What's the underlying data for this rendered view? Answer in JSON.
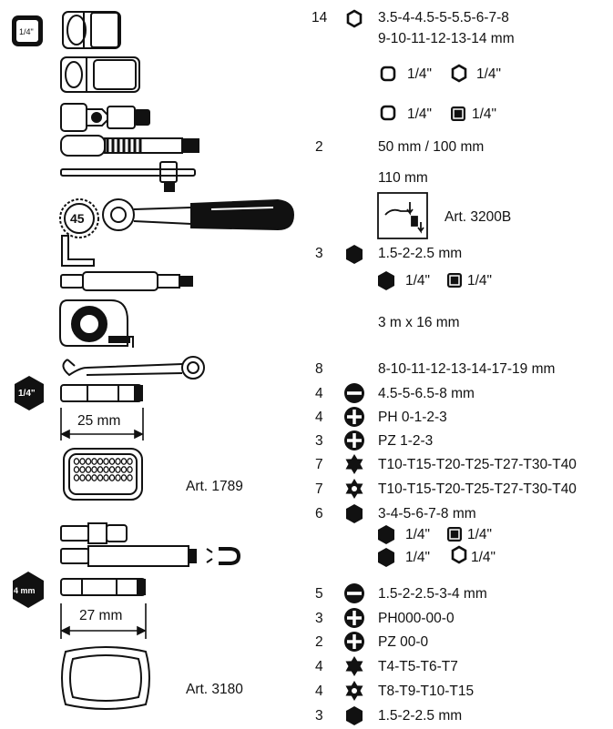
{
  "badges": {
    "drive_14": "1/4\"",
    "bits_14": "1/4\"",
    "bits_4mm": "4 mm"
  },
  "tools": {
    "ratchet_teeth": "45"
  },
  "dimensions": {
    "bit_length_25": "25 mm",
    "bit_length_27": "27 mm"
  },
  "articles": {
    "art_3200b": "Art. 3200B",
    "art_1789": "Art. 1789",
    "art_3180": "Art. 3180"
  },
  "rows": {
    "sockets": {
      "qty": "14",
      "line1": "3.5-4-4.5-5-5.5-6-7-8",
      "line2": "9-10-11-12-13-14 mm"
    },
    "adapters_a": {
      "a": "1/4\"",
      "b": "1/4\""
    },
    "adapters_b": {
      "a": "1/4\"",
      "b": "1/4\""
    },
    "extensions": {
      "qty": "2",
      "text": "50 mm / 100 mm"
    },
    "tbar": {
      "text": "110 mm"
    },
    "hex_keys": {
      "qty": "3",
      "text": "1.5-2-2.5 mm"
    },
    "bit_adapter": {
      "a": "1/4\"",
      "b": "1/4\""
    },
    "tape": {
      "text": "3 m x 16 mm"
    },
    "wrenches": {
      "qty": "8",
      "text": "8-10-11-12-13-14-17-19 mm"
    },
    "slotted": {
      "qty": "4",
      "text": "4.5-5-6.5-8 mm"
    },
    "phillips": {
      "qty": "4",
      "text": "PH 0-1-2-3"
    },
    "pozi": {
      "qty": "3",
      "text": "PZ 1-2-3"
    },
    "torx": {
      "qty": "7",
      "text": "T10-T15-T20-T25-T27-T30-T40"
    },
    "torx_tr": {
      "qty": "7",
      "text": "T10-T15-T20-T25-T27-T30-T40"
    },
    "hex_bits": {
      "qty": "6",
      "text": "3-4-5-6-7-8 mm"
    },
    "holder_a": {
      "a": "1/4\"",
      "b": "1/4\""
    },
    "holder_b": {
      "a": "1/4\"",
      "b": "1/4\""
    },
    "mini_slotted": {
      "qty": "5",
      "text": "1.5-2-2.5-3-4 mm"
    },
    "mini_ph": {
      "qty": "3",
      "text": "PH000-00-0"
    },
    "mini_pz": {
      "qty": "2",
      "text": "PZ 00-0"
    },
    "mini_torx": {
      "qty": "4",
      "text": "T4-T5-T6-T7"
    },
    "mini_torx_tr": {
      "qty": "4",
      "text": "T8-T9-T10-T15"
    },
    "mini_hex": {
      "qty": "3",
      "text": "1.5-2-2.5 mm"
    }
  }
}
